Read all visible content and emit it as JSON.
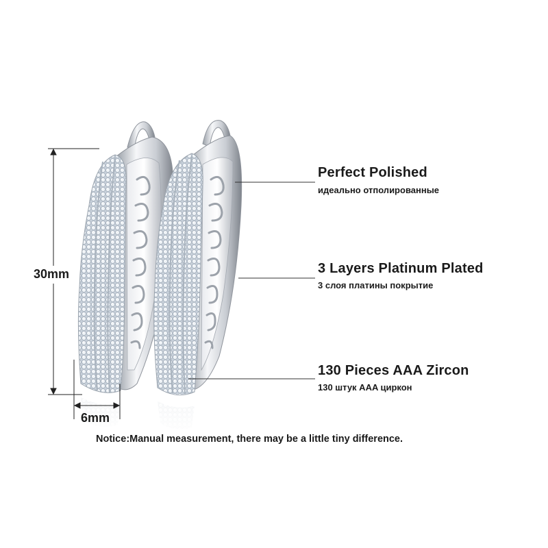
{
  "dimensions": {
    "height_label": "30mm",
    "width_label": "6mm"
  },
  "features": [
    {
      "title": "Perfect Polished",
      "subtitle": "идеально отполированные"
    },
    {
      "title": "3 Layers Platinum Plated",
      "subtitle": "3 слоя платины покрытие"
    },
    {
      "title": "130 Pieces AAA Zircon",
      "subtitle": "130 штук AAA циркон"
    }
  ],
  "notice": "Notice:Manual measurement, there may be a little tiny difference.",
  "colors": {
    "text": "#1a1a1a",
    "metal_light": "#f4f5f7",
    "metal_dark": "#8a8e96",
    "stone": "#dfe6ee",
    "stone_highlight": "#ffffff"
  }
}
